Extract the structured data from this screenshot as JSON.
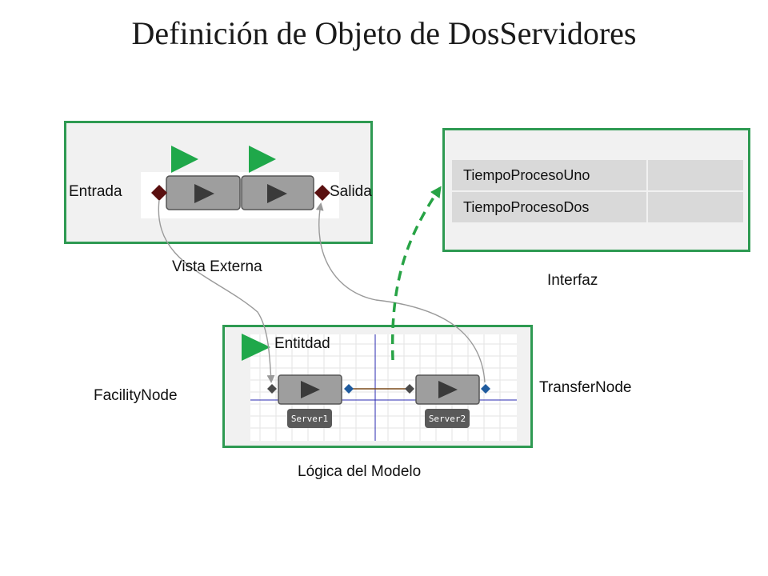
{
  "title": "Definición de Objeto de DosServidores",
  "external_view": {
    "caption": "Vista Externa",
    "input_label": "Entrada",
    "output_label": "Salida"
  },
  "interface": {
    "caption": "Interfaz",
    "properties": [
      {
        "name": "TiempoProcesoUno",
        "value": ""
      },
      {
        "name": "TiempoProcesoDos",
        "value": ""
      }
    ]
  },
  "model_logic": {
    "caption": "Lógica del Modelo",
    "entity_label": "Entitdad",
    "server1_tag": "Server1",
    "server2_tag": "Server2",
    "facility_node_label": "FacilityNode",
    "transfer_node_label": "TransferNode"
  },
  "colors": {
    "panel_border": "#2e9a52",
    "entity_green": "#1fa84a",
    "input_node": "#5a1010",
    "output_node": "#1f5b9e",
    "dashed_arrow": "#27a345"
  }
}
